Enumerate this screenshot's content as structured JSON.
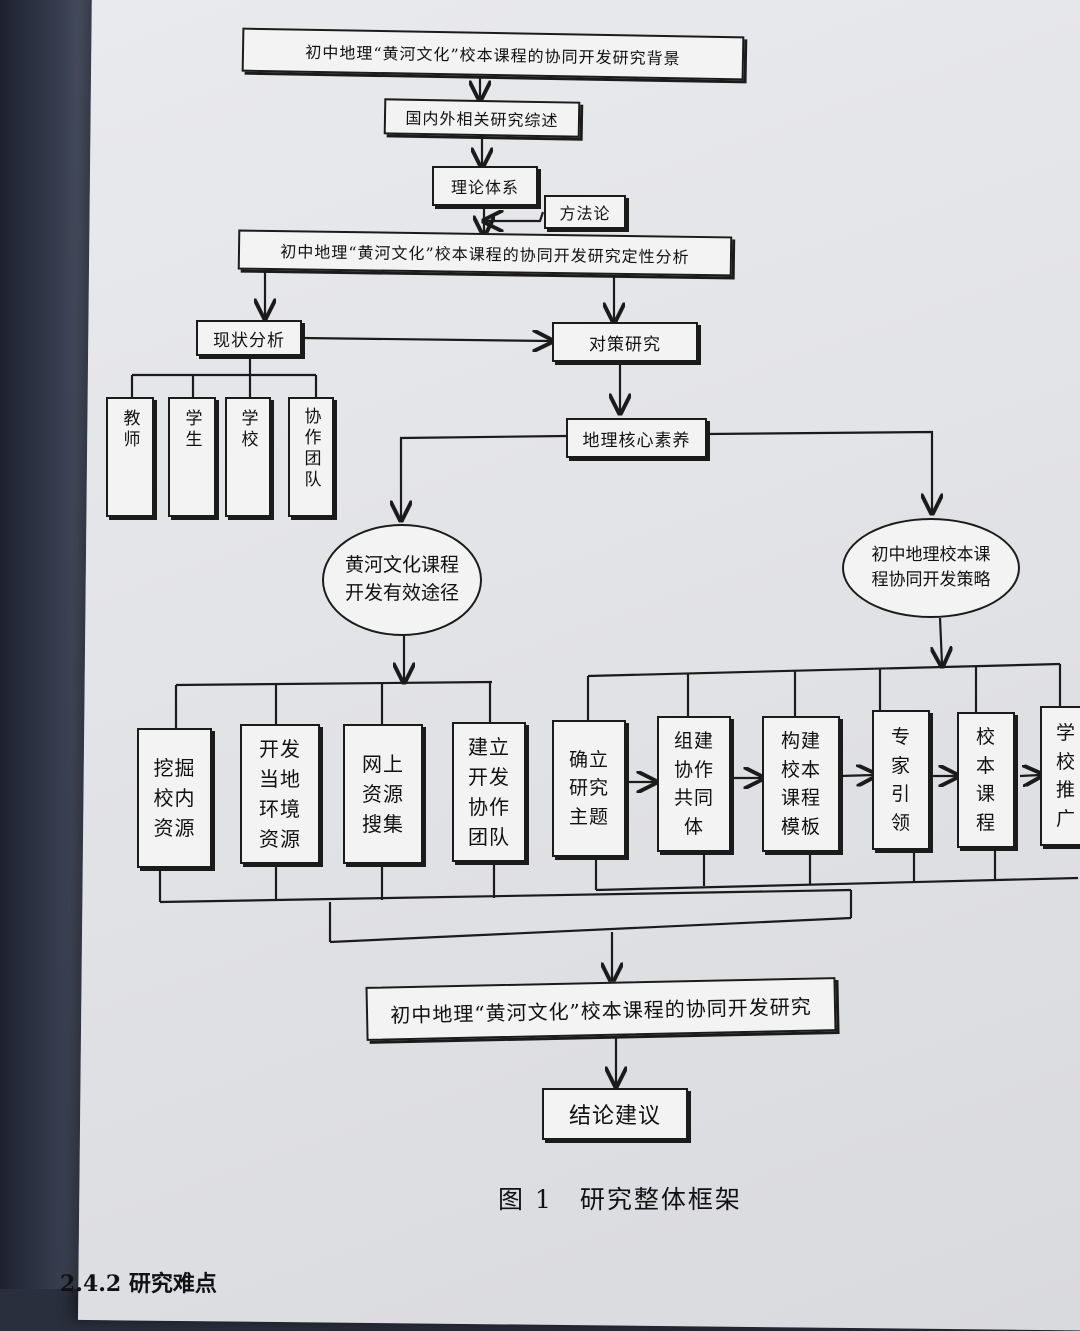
{
  "diagram": {
    "background": "初中地理“黄河文化”校本课程的协同开发研究背景",
    "review": "国内外相关研究综述",
    "theory": "理论体系",
    "method": "方法论",
    "qualitative": "初中地理“黄河文化”校本课程的协同开发研究定性分析",
    "status_analysis": "现状分析",
    "countermeasure": "对策研究",
    "status_items": [
      "教师",
      "学生",
      "学校",
      "协作团队"
    ],
    "core_literacy": "地理核心素养",
    "path_ellipse": "黄河文化课程\n开发有效途径",
    "strategy_ellipse": "初中地理校本课\n程协同开发策略",
    "path_items": [
      "挖掘\n校内\n资源",
      "开发\n当地\n环境\n资源",
      "网上\n资源\n搜集",
      "建立\n开发\n协作\n团队"
    ],
    "strategy_items": [
      "确立\n研究\n主题",
      "组建\n协作\n共同\n体",
      "构建\n校本\n课程\n模板",
      "专\n家\n引\n领",
      "校\n本\n课\n程",
      "学\n校\n推\n广"
    ],
    "final_study": "初中地理“黄河文化”校本课程的协同开发研究",
    "conclusion": "结论建议"
  },
  "caption": "图 1　研究整体框架",
  "section_heading": "2.4.2 研究难点",
  "colors": {
    "ink": "#1b1b1b",
    "paper": "#e6e7eb",
    "box_fill": "#f3f3f3"
  }
}
